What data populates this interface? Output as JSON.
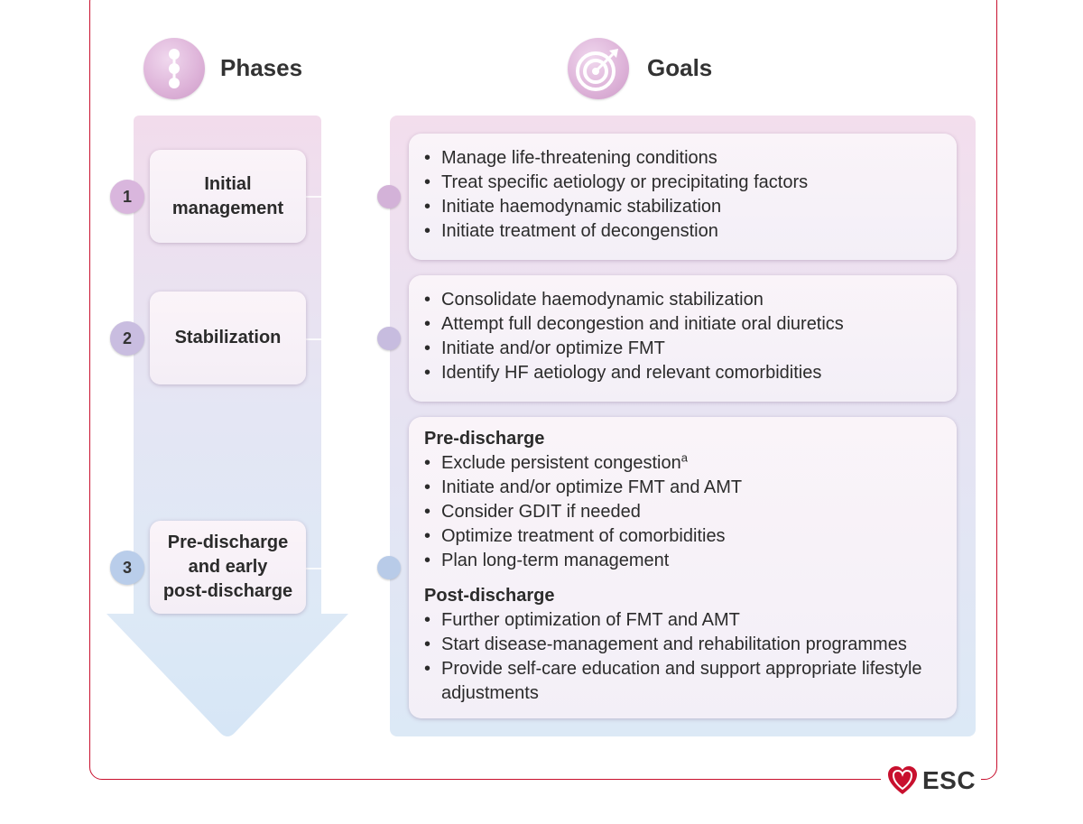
{
  "headers": {
    "phases": "Phases",
    "goals": "Goals"
  },
  "phases": [
    {
      "number": "1",
      "label_line1": "Initial",
      "label_line2": "management",
      "label_line3": ""
    },
    {
      "number": "2",
      "label_line1": "Stabilization",
      "label_line2": "",
      "label_line3": ""
    },
    {
      "number": "3",
      "label_line1": "Pre-discharge",
      "label_line2": "and early",
      "label_line3": "post-discharge"
    }
  ],
  "goals": {
    "phase1": [
      "Manage life-threatening conditions",
      "Treat specific aetiology or precipitating factors",
      "Initiate haemodynamic stabilization",
      "Initiate treatment of decongenstion"
    ],
    "phase2": [
      "Consolidate haemodynamic stabilization",
      "Attempt full decongestion and initiate oral diuretics",
      "Initiate and/or optimize FMT",
      "Identify HF aetiology and relevant comorbidities"
    ],
    "phase3": {
      "pre_title": "Pre-discharge",
      "pre_items": [
        "Exclude persistent congestion",
        "Initiate and/or optimize FMT and AMT",
        "Consider GDIT if needed",
        "Optimize treatment of comorbidities",
        "Plan long-term management"
      ],
      "pre_footnote_mark": "a",
      "post_title": "Post-discharge",
      "post_items": [
        "Further optimization of FMT and AMT",
        "Start disease-management and rehabilitation programmes",
        "Provide self-care education and support appropriate lifestyle adjustments"
      ]
    }
  },
  "logo": {
    "text": "ESC"
  },
  "colors": {
    "frame": "#c8102e",
    "num1": "#d9b6dd",
    "num2": "#c9bde0",
    "num3": "#b9cdea"
  }
}
